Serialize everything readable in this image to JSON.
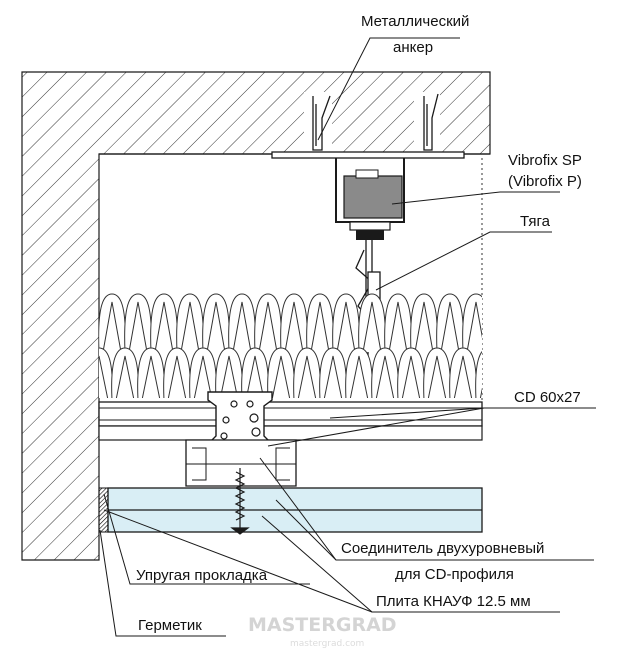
{
  "labels": {
    "anchor_line1": "Металлический",
    "anchor_line2": "анкер",
    "vibrofix_line1": "Vibrofix SP",
    "vibrofix_line2": "(Vibrofix P)",
    "rod": "Тяга",
    "cd_profile": "CD 60x27",
    "connector_line1": "Соединитель двухуровневый",
    "connector_line2": "для CD-профиля",
    "board": "Плита КНАУФ 12.5 мм",
    "elastic_gasket": "Упругая прокладка",
    "sealant": "Герметик"
  },
  "watermark": {
    "brand": "MASTERGRAD",
    "url": "mastergrad.com"
  },
  "colors": {
    "hatch": "#333333",
    "line": "#1a1a1a",
    "board_fill": "#d9eef5",
    "vibrofix_body": "#8a8a8a",
    "sealant": "#222222"
  }
}
